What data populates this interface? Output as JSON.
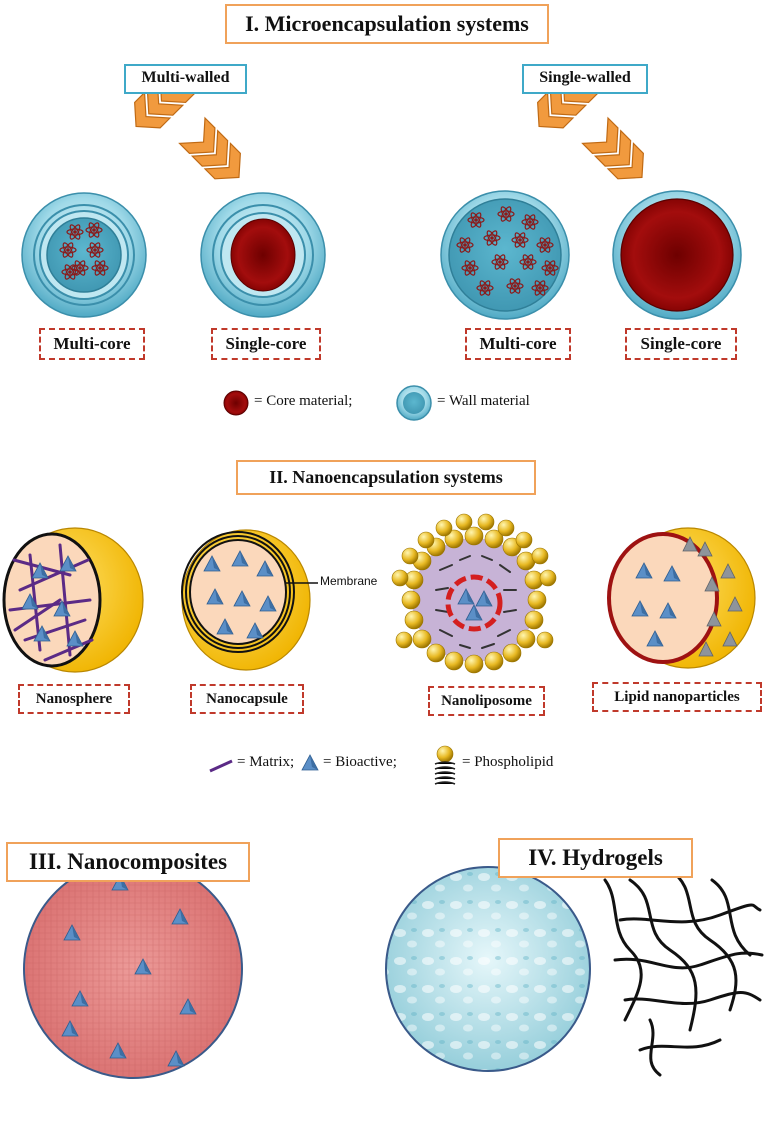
{
  "sections": {
    "micro": {
      "title": "I. Microencapsulation systems"
    },
    "nano": {
      "title": "II. Nanoencapsulation systems"
    },
    "composites": {
      "title": "III. Nanocomposites"
    },
    "hydrogels": {
      "title": "IV. Hydrogels"
    }
  },
  "micro": {
    "groups": [
      "Multi-walled",
      "Single-walled"
    ],
    "types": [
      "Multi-core",
      "Single-core",
      "Multi-core",
      "Single-core"
    ],
    "legend": {
      "core": "= Core material;",
      "wall": "= Wall material"
    }
  },
  "nano": {
    "types": [
      "Nanosphere",
      "Nanocapsule",
      "Nanoliposome",
      "Lipid nanoparticles"
    ],
    "membrane_label": "Membrane",
    "legend": {
      "matrix": "= Matrix;",
      "bioactive": "= Bioactive;",
      "phospholipid": "= Phospholipid"
    }
  },
  "colors": {
    "section_border": "#f0a25a",
    "wall_label_border": "#3fa9c8",
    "core": "#8b0000",
    "wall": "#4fb3cc",
    "bioactive": "#5b8fc7",
    "matrix": "#5b2a86",
    "phospholipid": "#e8b923",
    "nanocomposite": "#e07c7c",
    "hydrogel": "#a9dce6",
    "dashed_border": "#c0392b"
  }
}
